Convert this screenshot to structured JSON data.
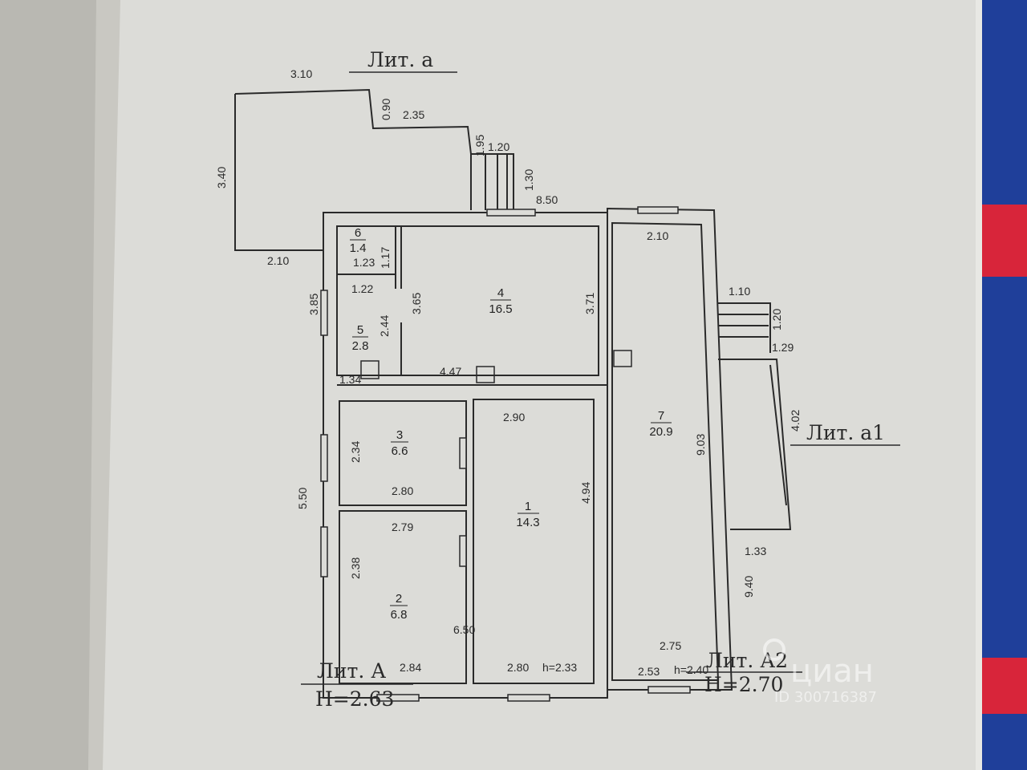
{
  "labels": {
    "lit_a_small": "Лит. а",
    "lit_a_big": "Лит. А",
    "h_a": "Н=2.63",
    "lit_a2": "Лит. А2",
    "h_a2": "Н=2.70",
    "lit_a1": "Лит. а1"
  },
  "rooms": [
    {
      "num": "1",
      "area": "14.3"
    },
    {
      "num": "2",
      "area": "6.8"
    },
    {
      "num": "3",
      "area": "6.6"
    },
    {
      "num": "4",
      "area": "16.5"
    },
    {
      "num": "5",
      "area": "2.8"
    },
    {
      "num": "6",
      "area": "1.4"
    },
    {
      "num": "7",
      "area": "20.9"
    }
  ],
  "dims": {
    "d310": "3.10",
    "d090": "0.90",
    "d235": "2.35",
    "d340": "3.40",
    "d210a": "2.10",
    "d195": "1.95",
    "d120a": "1.20",
    "d130": "1.30",
    "d850": "8.50",
    "d210b": "2.10",
    "d123": "1.23",
    "d117": "1.17",
    "d122": "1.22",
    "d365": "3.65",
    "d371": "3.71",
    "d385": "3.85",
    "d244": "2.44",
    "d134": "1.34",
    "d447": "4.47",
    "d290": "2.90",
    "d110": "1.10",
    "d120b": "1.20",
    "d129": "1.29",
    "d402": "4.02",
    "d903": "9.03",
    "d234": "2.34",
    "d280a": "2.80",
    "d550": "5.50",
    "d279": "2.79",
    "d494": "4.94",
    "d238": "2.38",
    "d284": "2.84",
    "d280b": "2.80",
    "h233": "h=2.33",
    "d253": "2.53",
    "h240": "h=2.40",
    "d133": "1.33",
    "d940": "9.40",
    "d650": "6.50",
    "d275": "2.75"
  },
  "watermark": {
    "brand": "циан",
    "id": "ID 300716387"
  },
  "colors": {
    "paper": "#dcdcd8",
    "ink": "#2a2a2a",
    "binder_blue": "#1f3f9a",
    "binder_red": "#d8253a"
  }
}
